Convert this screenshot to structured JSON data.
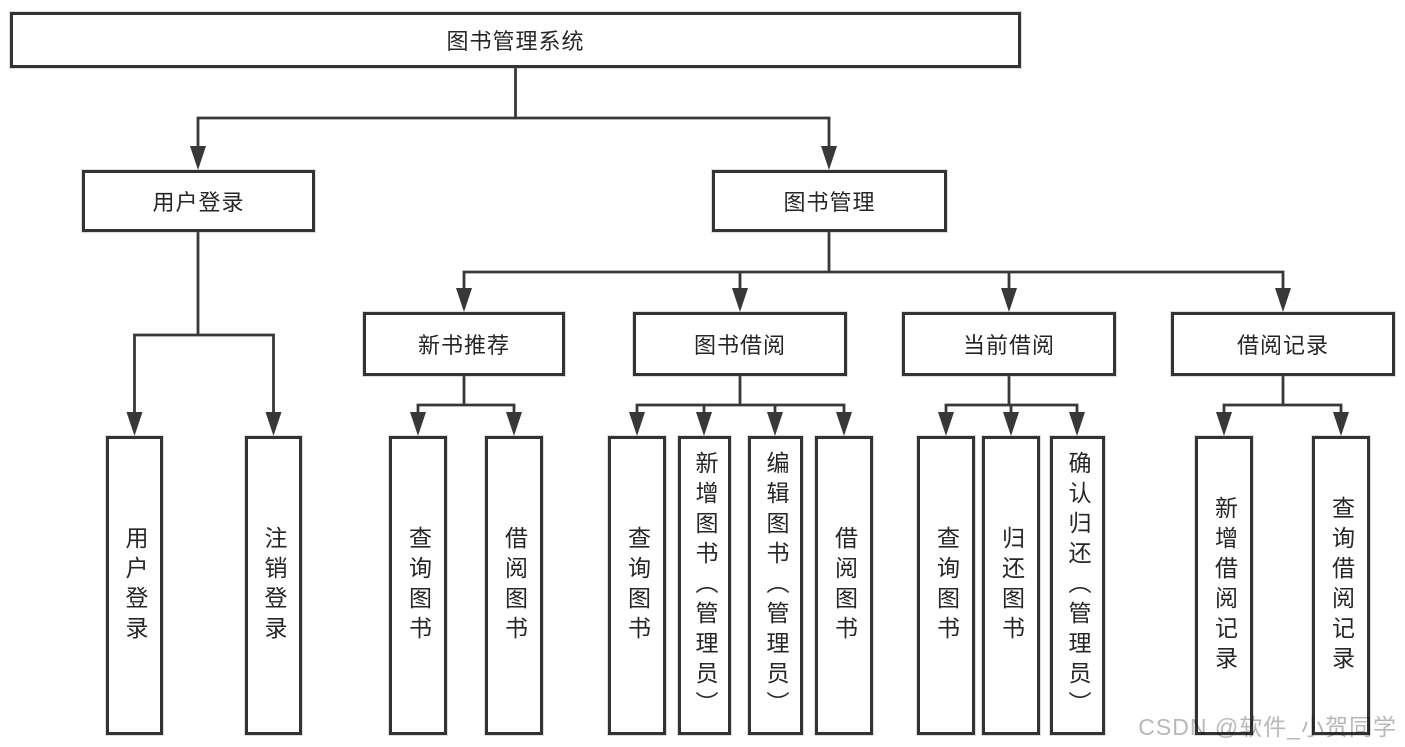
{
  "colors": {
    "border-color": "#333333",
    "line-color": "#383838",
    "text-color": "#262626",
    "bg-color": "#ffffff",
    "watermark-color": "#b0b0b0"
  },
  "watermark": {
    "text": "CSDN @软件_小贺同学"
  },
  "diagram": {
    "type": "hierarchy-tree",
    "root": {
      "label": "图书管理系统"
    },
    "branches": [
      {
        "label": "用户登录",
        "children": [
          {
            "label": "用户登录"
          },
          {
            "label": "注销登录"
          }
        ]
      },
      {
        "label": "图书管理",
        "groups": [
          {
            "label": "新书推荐",
            "children": [
              {
                "label": "查询图书"
              },
              {
                "label": "借阅图书"
              }
            ]
          },
          {
            "label": "图书借阅",
            "children": [
              {
                "label": "查询图书"
              },
              {
                "label": "新增图书（管理员）"
              },
              {
                "label": "编辑图书（管理员）"
              },
              {
                "label": "借阅图书"
              }
            ]
          },
          {
            "label": "当前借阅",
            "children": [
              {
                "label": "查询图书"
              },
              {
                "label": "归还图书"
              },
              {
                "label": "确认归还（管理员）"
              }
            ]
          },
          {
            "label": "借阅记录",
            "children": [
              {
                "label": "新增借阅记录"
              },
              {
                "label": "查询借阅记录"
              }
            ]
          }
        ]
      }
    ]
  }
}
